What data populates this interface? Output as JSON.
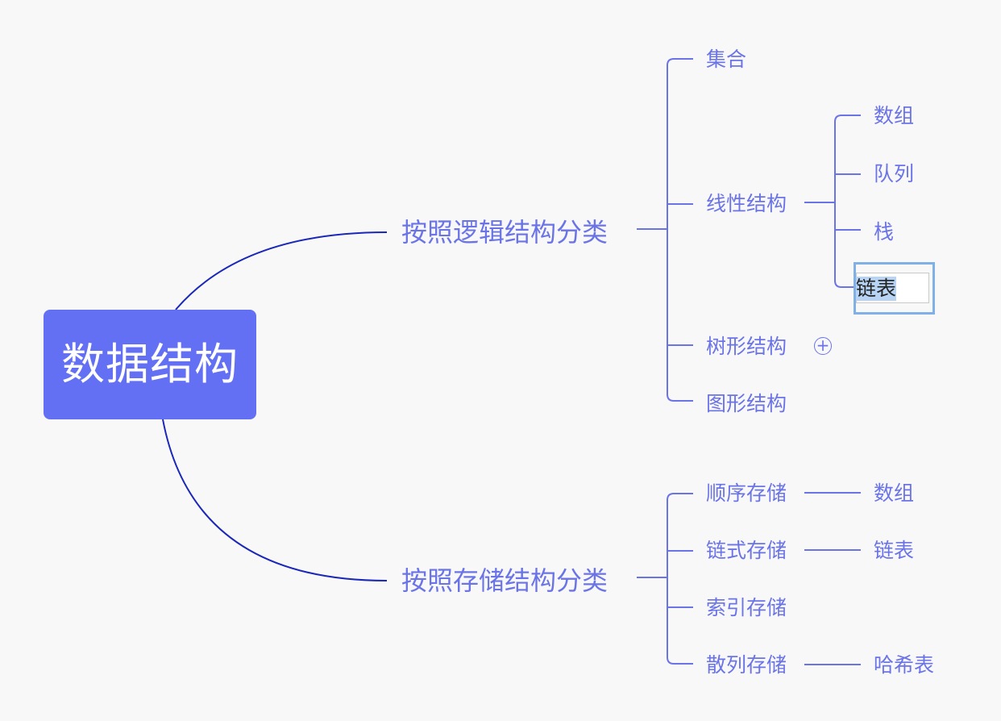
{
  "root": {
    "label": "数据结构"
  },
  "logical": {
    "label": "按照逻辑结构分类",
    "children": {
      "set": "集合",
      "linear": {
        "label": "线性结构",
        "children": {
          "array": "数组",
          "queue": "队列",
          "stack": "栈",
          "linked_list": "链表"
        }
      },
      "tree": {
        "label": "树形结构",
        "expand_symbol": "+"
      },
      "graph": "图形结构"
    }
  },
  "storage": {
    "label": "按照存储结构分类",
    "children": {
      "sequential": {
        "label": "顺序存储",
        "child": "数组"
      },
      "linked": {
        "label": "链式存储",
        "child": "链表"
      },
      "indexed": {
        "label": "索引存储"
      },
      "hashed": {
        "label": "散列存储",
        "child": "哈希表"
      }
    }
  },
  "colors": {
    "root_fill": "#6470f4",
    "main_line": "#1a27b8",
    "sub_line": "#6b74e6"
  }
}
